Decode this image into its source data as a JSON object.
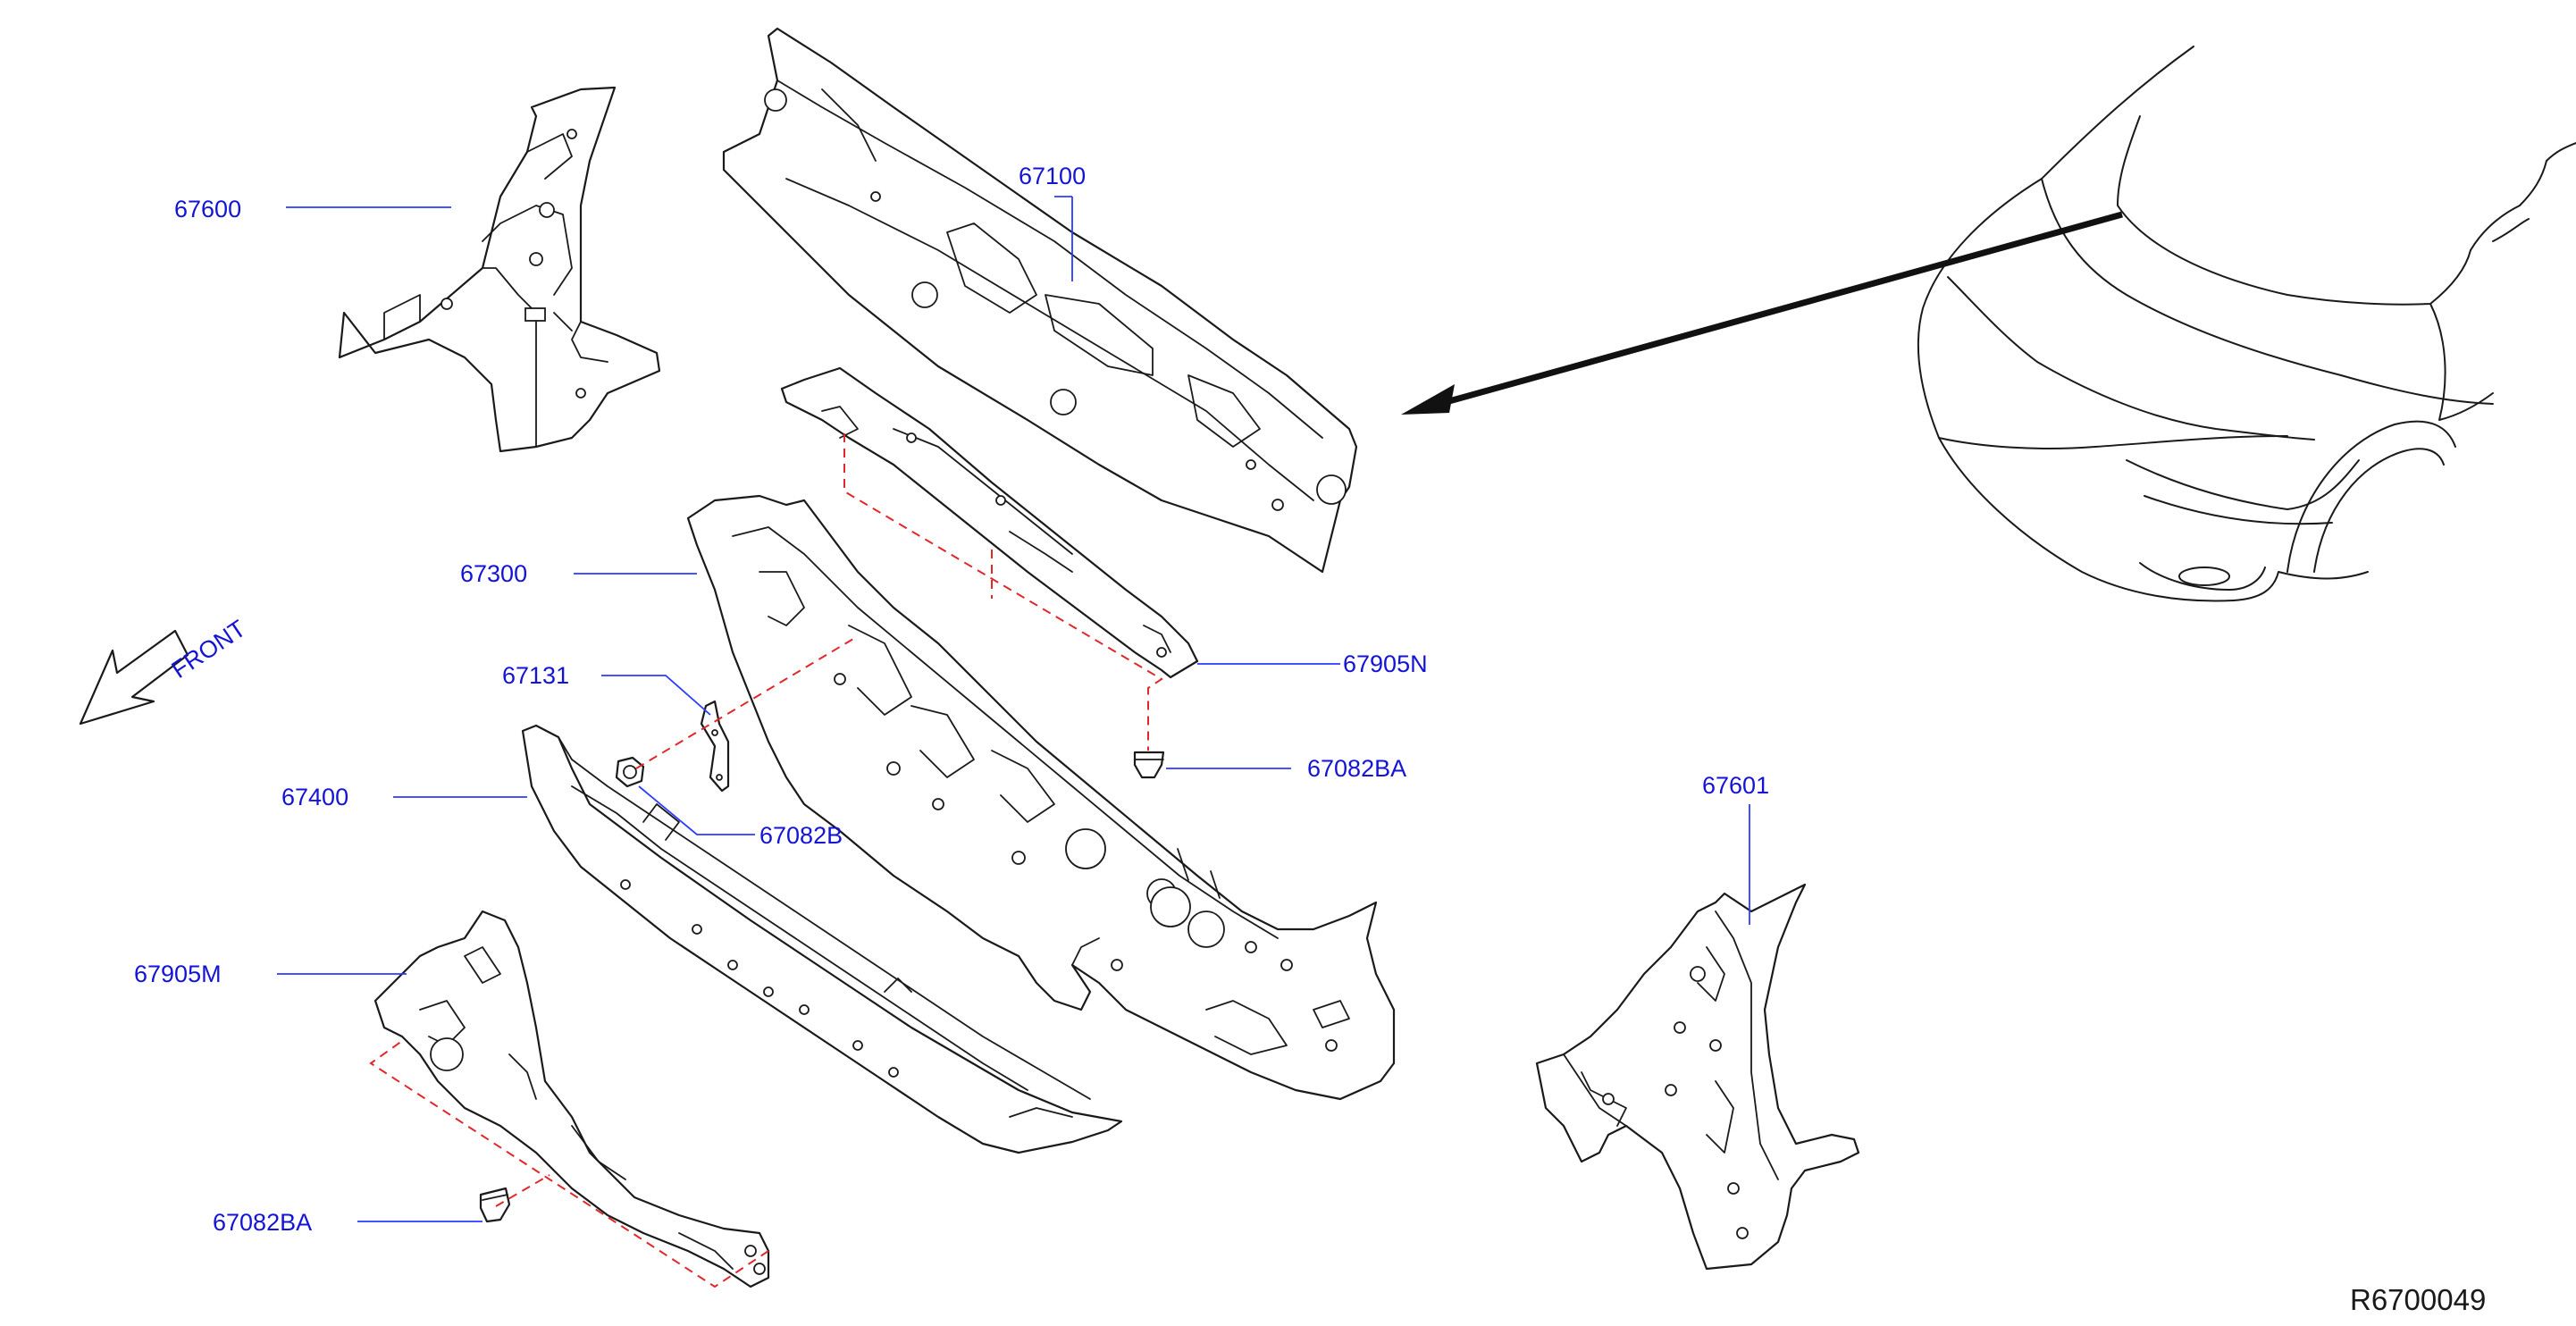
{
  "diagram": {
    "reference_code": "R6700049",
    "direction_label": "FRONT",
    "label_color": "#1414d6",
    "leader_color": "#2b3cff",
    "hidden_line_color": "#e0282a",
    "parts": [
      {
        "id": "p67600",
        "number": "67600"
      },
      {
        "id": "p67100",
        "number": "67100"
      },
      {
        "id": "p67300",
        "number": "67300"
      },
      {
        "id": "p67131",
        "number": "67131"
      },
      {
        "id": "p67400",
        "number": "67400"
      },
      {
        "id": "p67082B",
        "number": "67082B"
      },
      {
        "id": "p67905N",
        "number": "67905N"
      },
      {
        "id": "p67082BA_top",
        "number": "67082BA"
      },
      {
        "id": "p67601",
        "number": "67601"
      },
      {
        "id": "p67905M",
        "number": "67905M"
      },
      {
        "id": "p67082BA_bottom",
        "number": "67082BA"
      }
    ]
  }
}
